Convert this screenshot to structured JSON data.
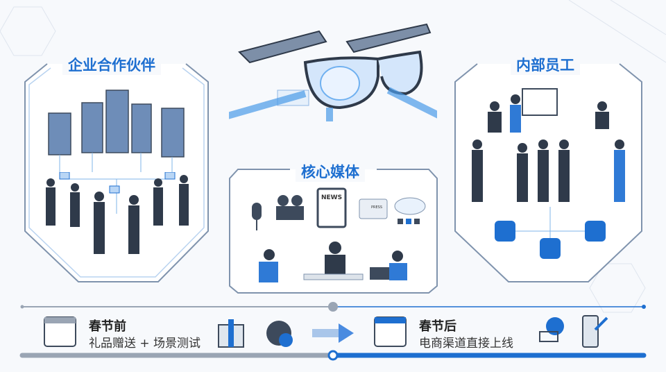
{
  "panels": {
    "left": {
      "title": "企业合作伙伴",
      "icon": "office-buildings-handshake"
    },
    "center": {
      "title": "核心媒体",
      "icons": [
        "microphone-icon",
        "video-camera-icon",
        "news-tablet-icon",
        "press-badge-icon",
        "cloud-social-icon"
      ],
      "news_label": "NEWS",
      "press_label": "PRESS"
    },
    "right": {
      "title": "内部员工",
      "icons": [
        "wechat-icon",
        "app-icon",
        "group-chat-icon"
      ]
    }
  },
  "product": {
    "icon": "smart-glasses"
  },
  "timeline": {
    "before": {
      "title": "春节前",
      "desc": "礼品赠送 + 场景测试",
      "icons": [
        "calendar-icon",
        "gift-icon",
        "gear-check-icon"
      ]
    },
    "after": {
      "title": "春节后",
      "desc": "电商渠道直接上线",
      "icons": [
        "calendar-icon",
        "shopping-cart-globe-icon",
        "phone-rocket-icon"
      ]
    }
  },
  "colors": {
    "accent": "#1e6fd0",
    "gray": "#9aa5b4",
    "dark": "#3d4a5c"
  }
}
